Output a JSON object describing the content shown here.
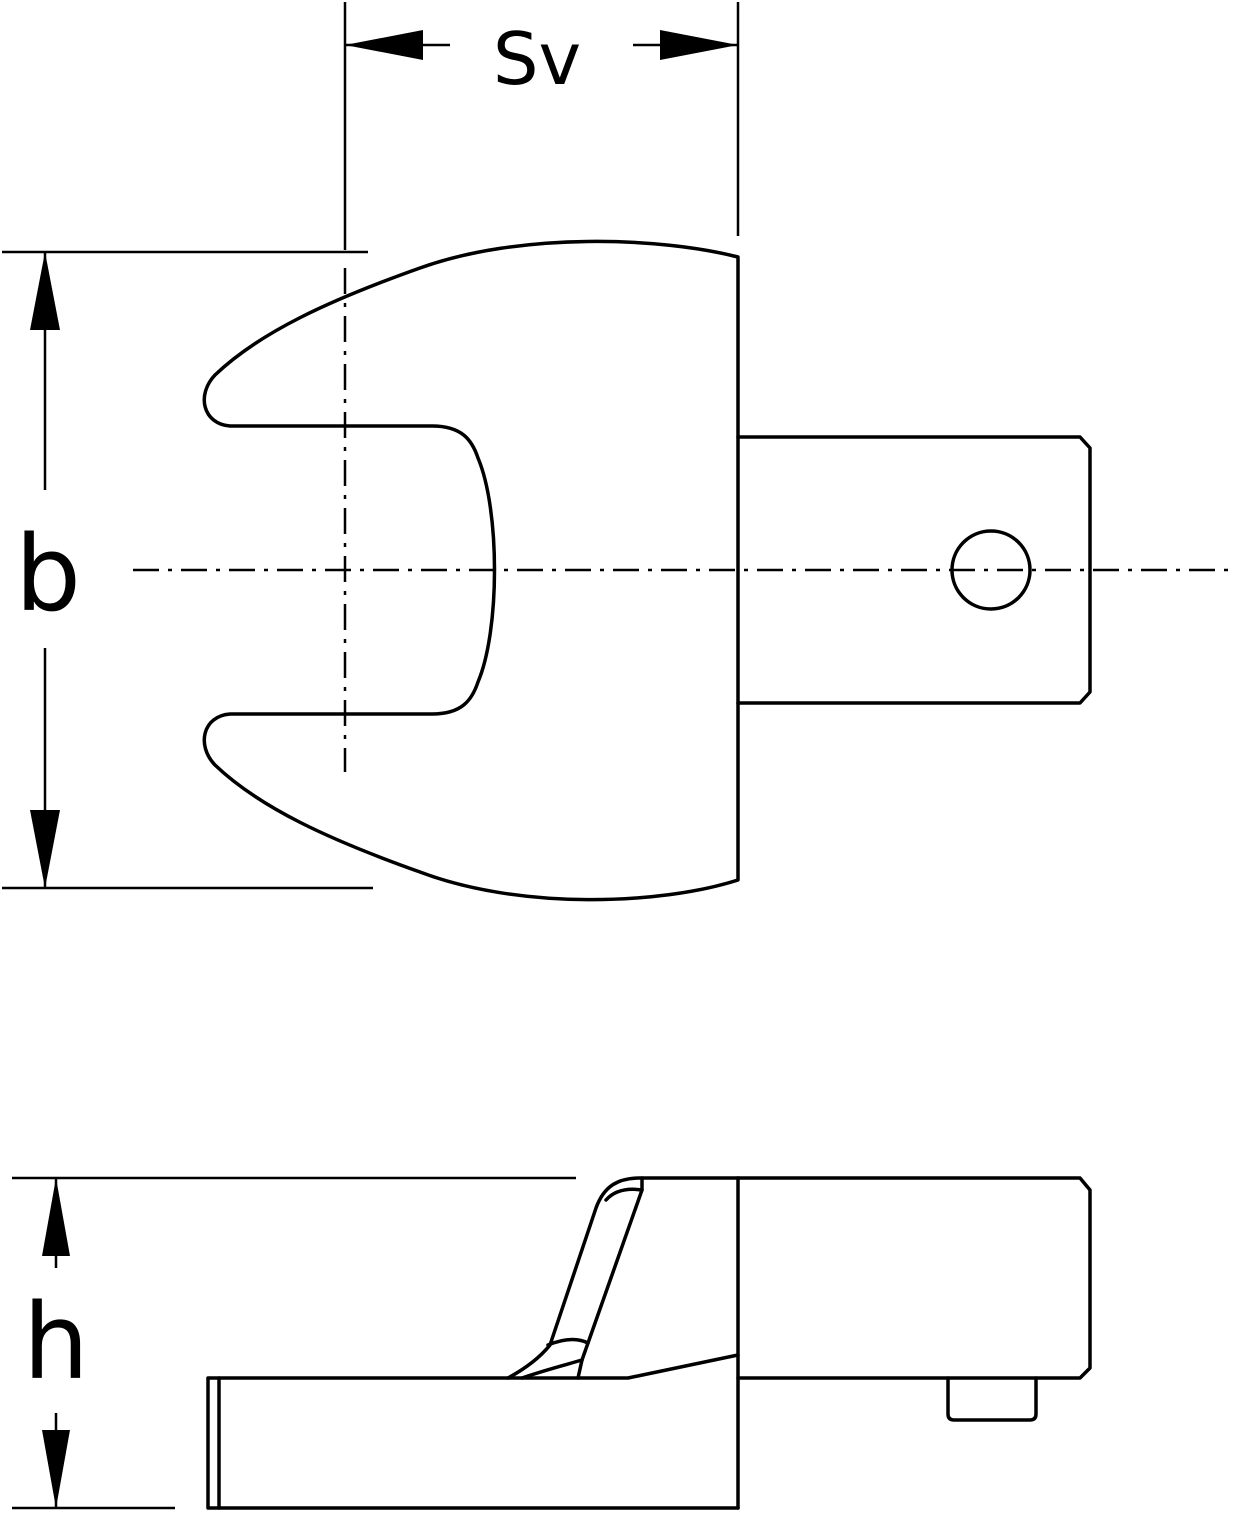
{
  "dimensions": {
    "sv_label": "Sv",
    "b_label": "b",
    "h_label": "h"
  },
  "colors": {
    "line": "#000000",
    "background": "#ffffff"
  }
}
